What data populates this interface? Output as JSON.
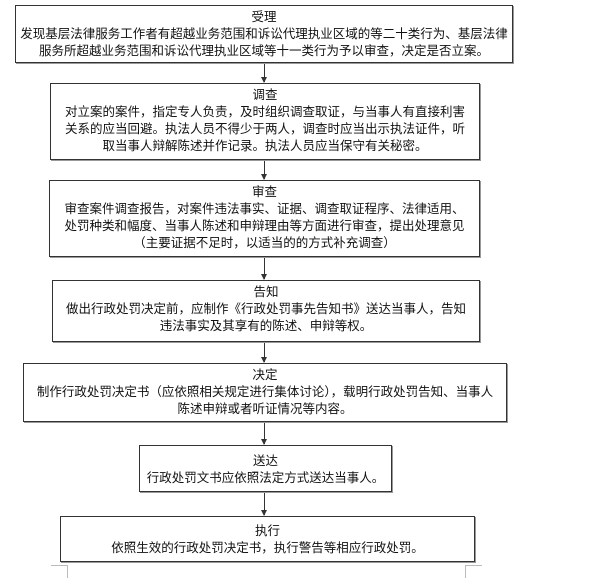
{
  "steps": [
    {
      "title": "受理",
      "body": "发现基层法律服务工作者有超越业务范围和诉讼代理执业区域的等二十类行为、基层法律服务所超越业务范围和诉讼代理执业区域等十一类行为予以审查，决定是否立案。"
    },
    {
      "title": "调查",
      "body": "对立案的案件，指定专人负责，及时组织调查取证，与当事人有直接利害关系的应当回避。执法人员不得少于两人，调查时应当出示执法证件，听取当事人辩解陈述并作记录。执法人员应当保守有关秘密。"
    },
    {
      "title": "审查",
      "body": "审查案件调查报告，对案件违法事实、证据、调查取证程序、法律适用、处罚种类和幅度、当事人陈述和申辩理由等方面进行审查，提出处理意见（主要证据不足时，以适当的的方式补充调查）"
    },
    {
      "title": "告知",
      "body": "做出行政处罚决定前，应制作《行政处罚事先告知书》送达当事人，告知违法事实及其享有的陈述、申辩等权。"
    },
    {
      "title": "决定",
      "body": "制作行政处罚决定书（应依照相关规定进行集体讨论），载明行政处罚告知、当事人陈述申辩或者听证情况等内容。"
    },
    {
      "title": "送达",
      "body": "行政处罚文书应依照法定方式送达当事人。"
    },
    {
      "title": "执行",
      "body": "依照生效的行政处罚决定书，执行警告等相应行政处罚。"
    }
  ]
}
